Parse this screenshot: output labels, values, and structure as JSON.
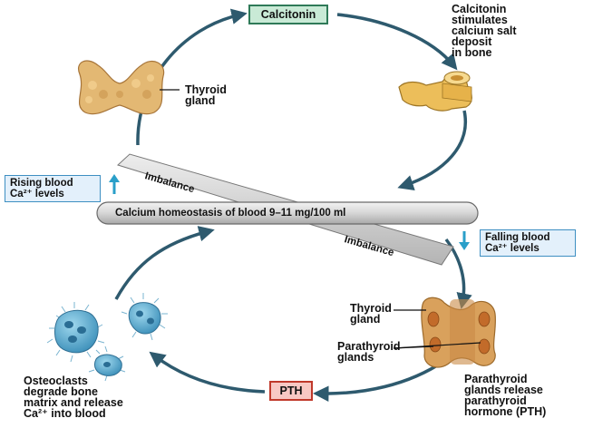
{
  "calcitonin_label": "Calcitonin",
  "calcitonin_effect": "Calcitonin\nstimulates\ncalcium salt\ndeposit\nin bone",
  "thyroid_label": "Thyroid\ngland",
  "thyroid_label_2": "Thyroid\ngland",
  "parathyroid_label": "Parathyroid\nglands",
  "parathyroid_effect": "Parathyroid\nglands release\nparathyroid\nhormone (PTH)",
  "pth_label": "PTH",
  "osteoclast_effect": "Osteoclasts\ndegrade bone\nmatrix and release\nCa²⁺ into blood",
  "rising_label": "Rising blood\nCa²⁺ levels",
  "falling_label": "Falling blood\nCa²⁺ levels",
  "homeostasis_label": "Calcium homeostasis of blood 9–11 mg/100 ml",
  "imbalance_upper": "Imbalance",
  "imbalance_lower": "Imbalance",
  "colors": {
    "arrow": "#2e5a6e",
    "calcitonin_fill": "#c9ead6",
    "pth_fill": "#f8c8c4",
    "level_arrow": "#2a9fc9"
  },
  "icons": [
    "thyroid-gland-icon",
    "bone-icon",
    "parathyroid-gland-icon",
    "osteoclast-cells-icon"
  ]
}
